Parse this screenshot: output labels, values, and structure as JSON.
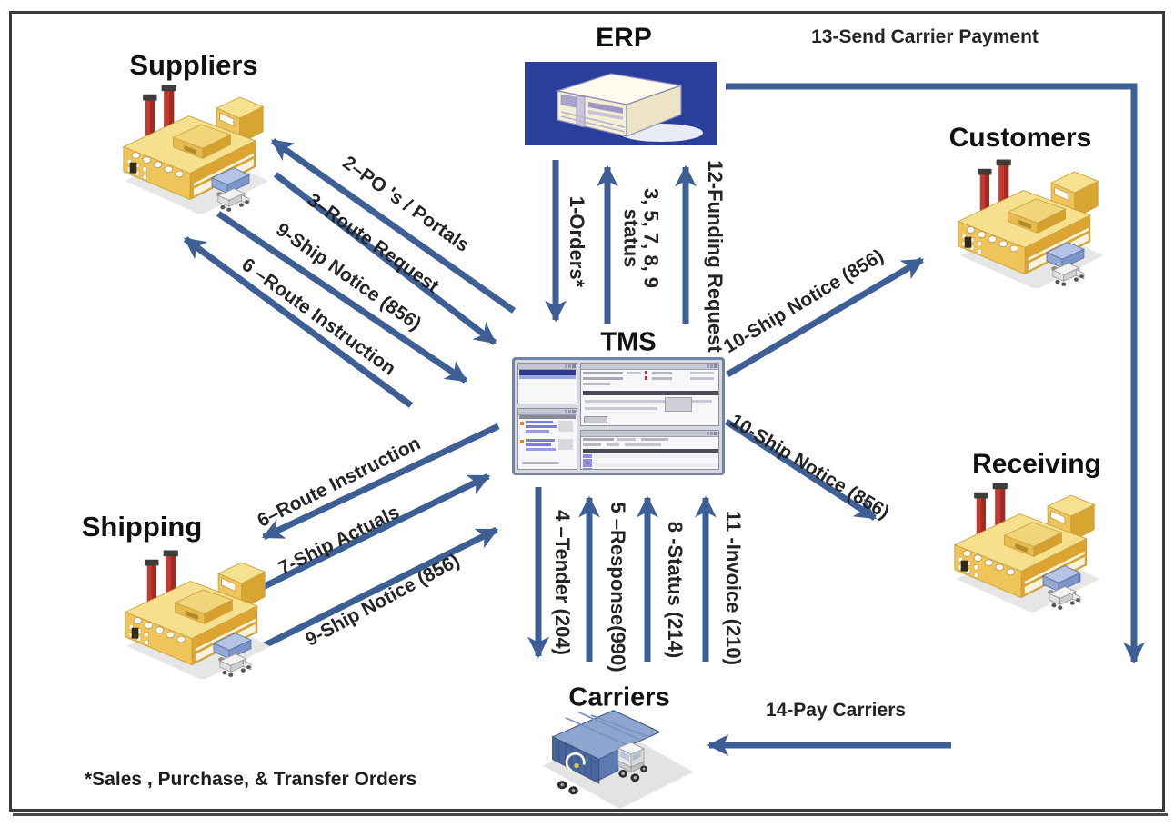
{
  "nodes": {
    "suppliers": "Suppliers",
    "erp": "ERP",
    "customers": "Customers",
    "tms": "TMS",
    "receiving": "Receiving",
    "shipping": "Shipping",
    "carriers": "Carriers"
  },
  "flows": {
    "po_portals": "2–PO 's / Portals",
    "route_request": "3–Route Request",
    "ship_notice_suppliers": "9-Ship Notice (856)",
    "route_instruction_suppliers": "6 –Route Instruction",
    "orders": "1-Orders*",
    "status_line1": "3, 5, 7, 8, 9",
    "status_line2": "status",
    "funding_request": "12-Funding Request",
    "send_carrier_payment": "13-Send Carrier Payment",
    "ship_notice_customers": "10-Ship Notice (856)",
    "ship_notice_receiving": "10-Ship Notice (856)",
    "route_instruction_shipping": "6–Route Instruction",
    "ship_actuals": "7-Ship Actuals",
    "ship_notice_shipping": "9-Ship Notice (856)",
    "tender": "4 –Tender (204)",
    "response": "5 –Response(990)",
    "status_214": "8 -Status (214)",
    "invoice": "11 -Invoice (210)",
    "pay_carriers": "14-Pay Carriers"
  },
  "footnote": "*Sales , Purchase, & Transfer Orders",
  "colors": {
    "arrow": "#3d5f96",
    "erp_panel": "#2a3e9b",
    "factory_body": "#efc55a",
    "chimney": "#c23b32",
    "trailer_blue": "#47669c",
    "text": "#1f1f1f"
  }
}
